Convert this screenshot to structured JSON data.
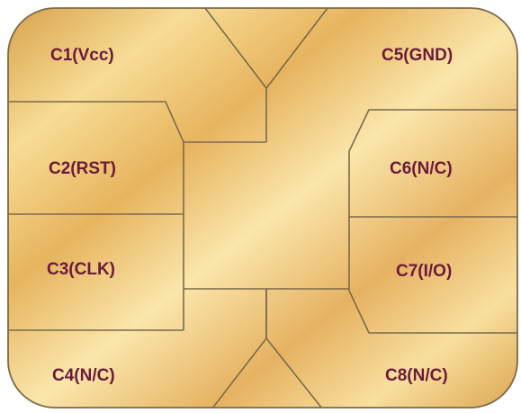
{
  "diagram": {
    "contacts": [
      {
        "id": "c1",
        "label": "C1(Vcc)"
      },
      {
        "id": "c2",
        "label": "C2(RST)"
      },
      {
        "id": "c3",
        "label": "C3(CLK)"
      },
      {
        "id": "c4",
        "label": "C4(N/C)"
      },
      {
        "id": "c5",
        "label": "C5(GND)"
      },
      {
        "id": "c6",
        "label": "C6(N/C)"
      },
      {
        "id": "c7",
        "label": "C7(I/O)"
      },
      {
        "id": "c8",
        "label": "C8(N/C)"
      }
    ],
    "colors": {
      "gold_light": "#f9e3a4",
      "gold_mid": "#f0c66e",
      "gold_dark": "#d9a24c",
      "border": "#7a6a4a",
      "label": "#6b1a3a"
    }
  }
}
